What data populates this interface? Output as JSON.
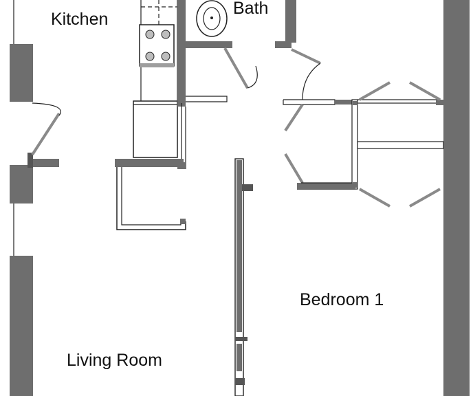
{
  "rooms": {
    "kitchen": "Kitchen",
    "bath": "Bath",
    "bedroom": "Bedroom 1",
    "living": "Living Room"
  },
  "colors": {
    "wall": "#6e6e6e",
    "line": "#222222",
    "background": "#ffffff"
  }
}
